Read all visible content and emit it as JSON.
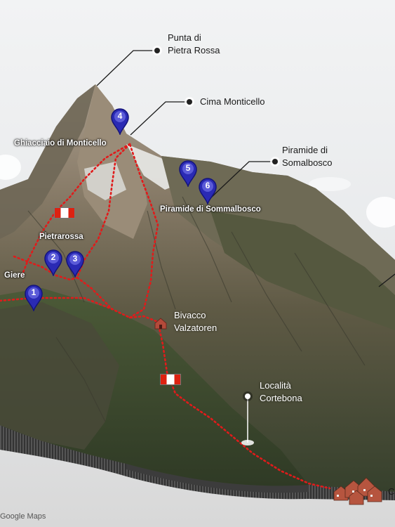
{
  "map": {
    "credit": "Google Maps",
    "colors": {
      "trail": "#e01b1b",
      "pin": "#2a2ab4",
      "pin_dark": "#14147a"
    }
  },
  "callouts": {
    "punta_line1": "Punta di",
    "punta_line2": "Pietra Rossa",
    "cima": "Cima Monticello",
    "piramide_line1": "Piramide di",
    "piramide_line2": "Somalbosco",
    "bivacco_line1": "Bivacco",
    "bivacco_line2": "Valzatoren",
    "localita_line1": "Località",
    "localita_line2": "Cortebona",
    "edge_label": "C"
  },
  "terrain_labels": {
    "ghiacciaio": "Ghiacciaio di Monticello",
    "piramide": "Piramide di Sommalbosco",
    "pietrarossa": "Pietrarossa",
    "giere": "Giere"
  },
  "waypoints": [
    {
      "number": "1"
    },
    {
      "number": "2"
    },
    {
      "number": "3"
    },
    {
      "number": "4"
    },
    {
      "number": "5"
    },
    {
      "number": "6"
    }
  ],
  "icons": {
    "trail_marker": "trail-sign-icon",
    "hut": "hut-icon",
    "village": "village-icon",
    "pin": "map-pin-icon"
  }
}
